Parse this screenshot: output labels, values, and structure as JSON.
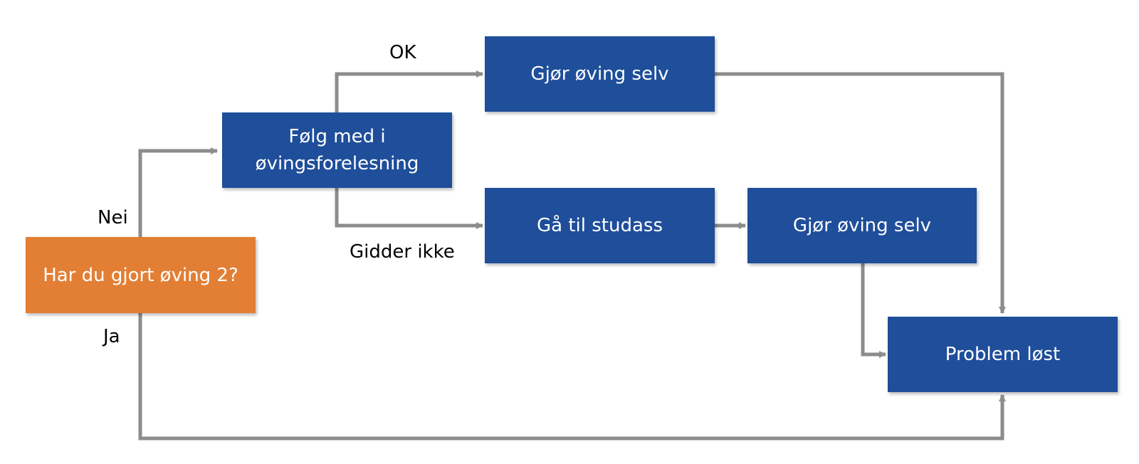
{
  "nodes": {
    "start": {
      "text": "Har du gjort øving 2?",
      "color": "#e27f35"
    },
    "lecture": {
      "line1": "Følg med i",
      "line2": "øvingsforelesning",
      "color": "#1f4e9a"
    },
    "do_self_top": {
      "text": "Gjør øving selv",
      "color": "#1f4e9a"
    },
    "studass": {
      "text": "Gå til studass",
      "color": "#1f4e9a"
    },
    "do_self_bottom": {
      "text": "Gjør øving selv",
      "color": "#1f4e9a"
    },
    "solved": {
      "text": "Problem løst",
      "color": "#1f4e9a"
    }
  },
  "edge_labels": {
    "no": "Nei",
    "yes": "Ja",
    "ok": "OK",
    "cant_be_bothered": "Gidder ikke"
  },
  "colors": {
    "connector": "#8c8c8c"
  }
}
